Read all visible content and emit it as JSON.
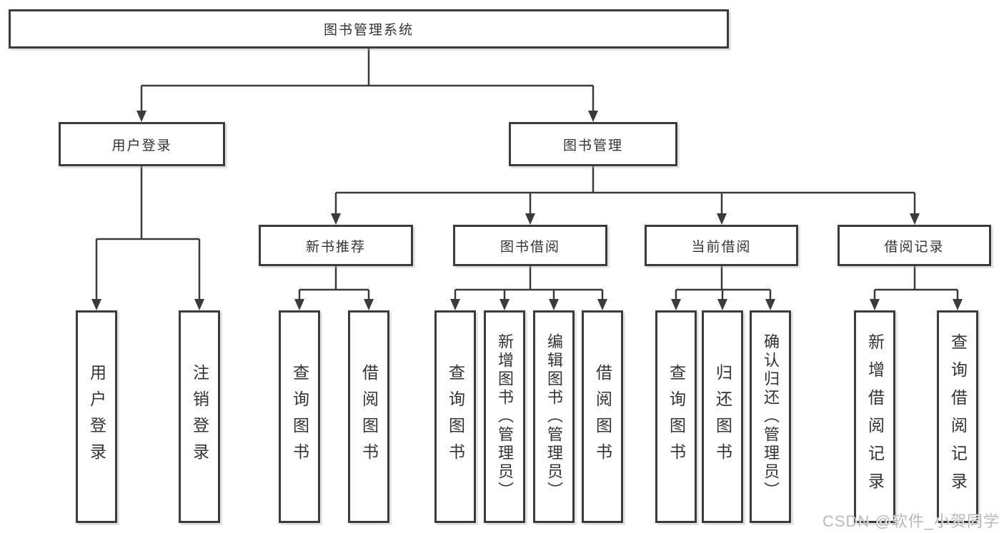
{
  "colors": {
    "background": "#ffffff",
    "line": "#3b3b3b",
    "box_border": "#3b3b3b",
    "text": "#333333",
    "watermark": "#b9b9b9"
  },
  "tree": {
    "root": {
      "label": "图书管理系统"
    },
    "login": {
      "label": "用户登录",
      "children": [
        {
          "label": "用户登录"
        },
        {
          "label": "注销登录"
        }
      ]
    },
    "mgmt": {
      "label": "图书管理"
    },
    "groups": [
      {
        "label": "新书推荐",
        "children": [
          {
            "label": "查询图书"
          },
          {
            "label": "借阅图书"
          }
        ]
      },
      {
        "label": "图书借阅",
        "children": [
          {
            "label": "查询图书"
          },
          {
            "label": "新增图书（管理员）"
          },
          {
            "label": "编辑图书（管理员）"
          },
          {
            "label": "借阅图书"
          }
        ]
      },
      {
        "label": "当前借阅",
        "children": [
          {
            "label": "查询图书"
          },
          {
            "label": "归还图书"
          },
          {
            "label": "确认归还（管理员）"
          }
        ]
      },
      {
        "label": "借阅记录",
        "children": [
          {
            "label": "新增借阅记录"
          },
          {
            "label": "查询借阅记录"
          }
        ]
      }
    ]
  },
  "watermark": {
    "text": "CSDN @软件_小贺同学"
  }
}
